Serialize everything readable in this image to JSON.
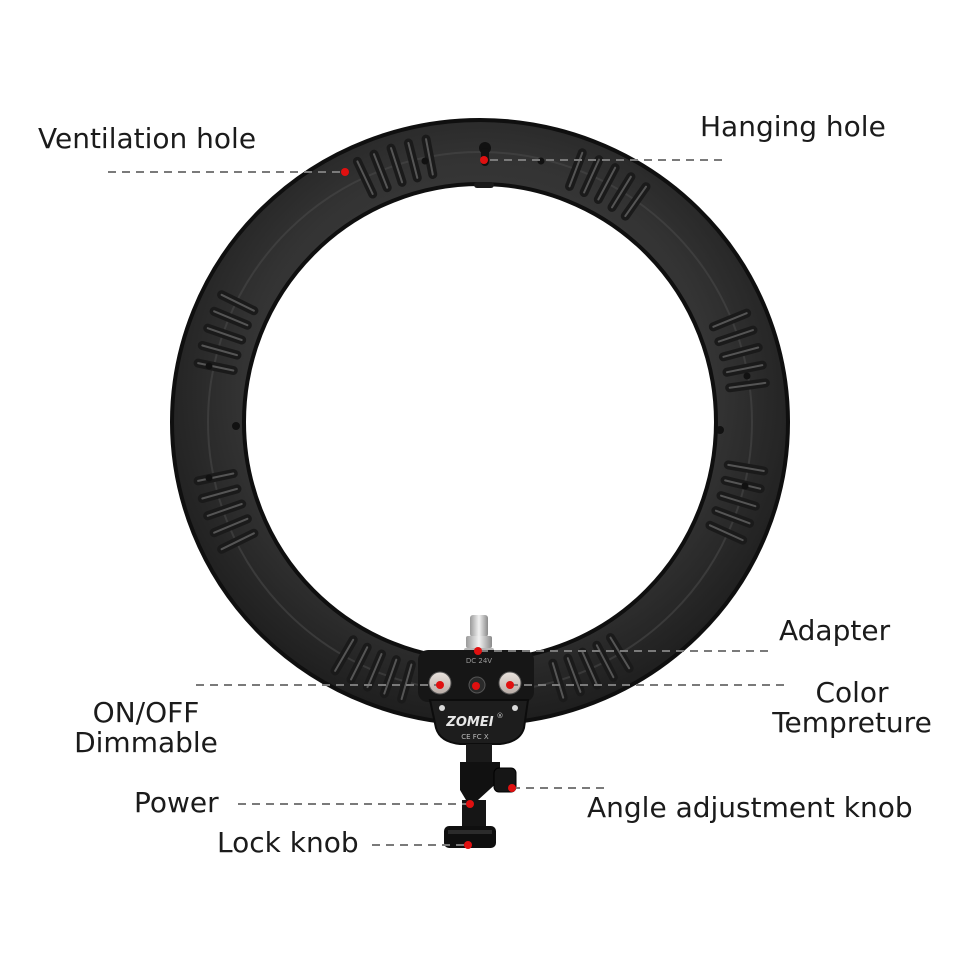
{
  "diagram": {
    "brand": "ZOMEI",
    "brand_mark": "®",
    "cert_marks": "CE FC X",
    "panel_text_top": "DC 24V",
    "colors": {
      "ring": "#2c2c2c",
      "ring_edge": "#0f0f0f",
      "pointer": "#e01010",
      "leader": "#7a7a7a"
    },
    "labels": {
      "ventilation_hole": "Ventilation hole",
      "hanging_hole": "Hanging hole",
      "adapter": "Adapter",
      "color_temperature_line1": "Color",
      "color_temperature_line2": "Tempreture",
      "on_off_line1": "ON/OFF",
      "on_off_line2": "Dimmable",
      "power": "Power",
      "angle_adjustment_knob": "Angle adjustment knob",
      "lock_knob": "Lock knob"
    }
  }
}
